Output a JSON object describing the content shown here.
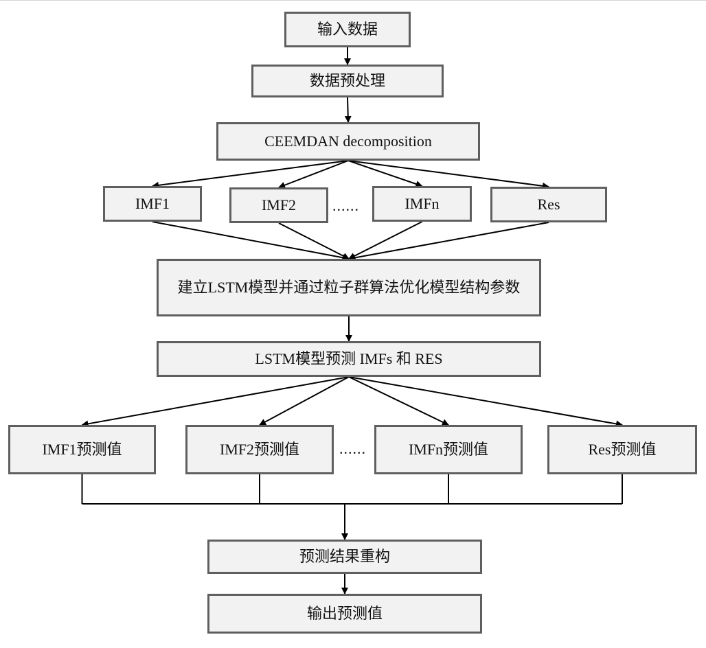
{
  "nodes": {
    "input": "输入数据",
    "preprocess": "数据预处理",
    "ceemdan": "CEEMDAN decomposition",
    "imf1": "IMF1",
    "imf2": "IMF2",
    "imfn": "IMFn",
    "res": "Res",
    "build": "建立LSTM模型并通过粒子群算法优化模型结构参数",
    "predict": "LSTM模型预测 IMFs 和 RES",
    "imf1_pred": "IMF1预测值",
    "imf2_pred": "IMF2预测值",
    "imfn_pred": "IMFn预测值",
    "res_pred": "Res预测值",
    "reconstruct": "预测结果重构",
    "output": "输出预测值"
  },
  "ellipsis": {
    "row1": "......",
    "row2": "......"
  },
  "edges": [
    {
      "from": "input",
      "to": "preprocess"
    },
    {
      "from": "preprocess",
      "to": "ceemdan"
    },
    {
      "from": "ceemdan",
      "to": "imf1"
    },
    {
      "from": "ceemdan",
      "to": "imf2"
    },
    {
      "from": "ceemdan",
      "to": "imfn"
    },
    {
      "from": "ceemdan",
      "to": "res"
    },
    {
      "from": "imf1",
      "to": "build"
    },
    {
      "from": "imf2",
      "to": "build"
    },
    {
      "from": "imfn",
      "to": "build"
    },
    {
      "from": "res",
      "to": "build"
    },
    {
      "from": "build",
      "to": "predict"
    },
    {
      "from": "predict",
      "to": "imf1_pred"
    },
    {
      "from": "predict",
      "to": "imf2_pred"
    },
    {
      "from": "predict",
      "to": "imfn_pred"
    },
    {
      "from": "predict",
      "to": "res_pred"
    },
    {
      "from": "imf1_pred",
      "to": "reconstruct"
    },
    {
      "from": "imf2_pred",
      "to": "reconstruct"
    },
    {
      "from": "imfn_pred",
      "to": "reconstruct"
    },
    {
      "from": "res_pred",
      "to": "reconstruct"
    },
    {
      "from": "reconstruct",
      "to": "output"
    }
  ],
  "colors": {
    "node_fill": "#f2f2f2",
    "node_border": "#5f5f5f",
    "line": "#000000"
  }
}
